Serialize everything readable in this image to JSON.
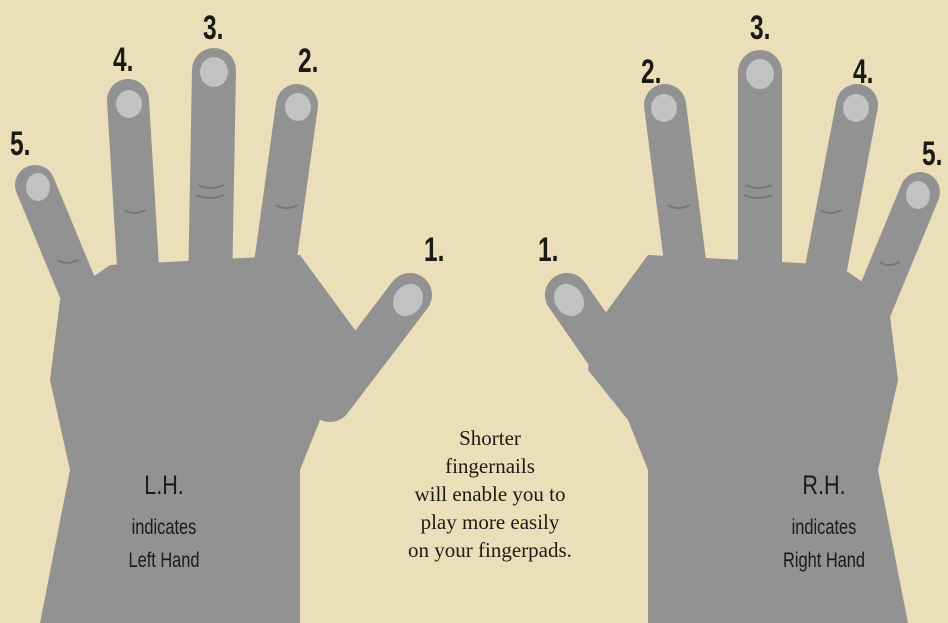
{
  "colors": {
    "background": "#ebdfba",
    "skin": "#929292",
    "skin_shadow": "#777777",
    "nail": "#c2c2c2",
    "text": "#1c1a16"
  },
  "left_hand": {
    "finger_labels": [
      "1.",
      "2.",
      "3.",
      "4.",
      "5."
    ],
    "code": "L.H.",
    "desc_line1": "indicates",
    "desc_line2": "Left Hand"
  },
  "right_hand": {
    "finger_labels": [
      "1.",
      "2.",
      "3.",
      "4.",
      "5."
    ],
    "code": "R.H.",
    "desc_line1": "indicates",
    "desc_line2": "Right Hand"
  },
  "tip": {
    "lines": [
      "Shorter",
      "fingernails",
      "will enable you to",
      "play more easily",
      "on your fingerpads."
    ]
  }
}
